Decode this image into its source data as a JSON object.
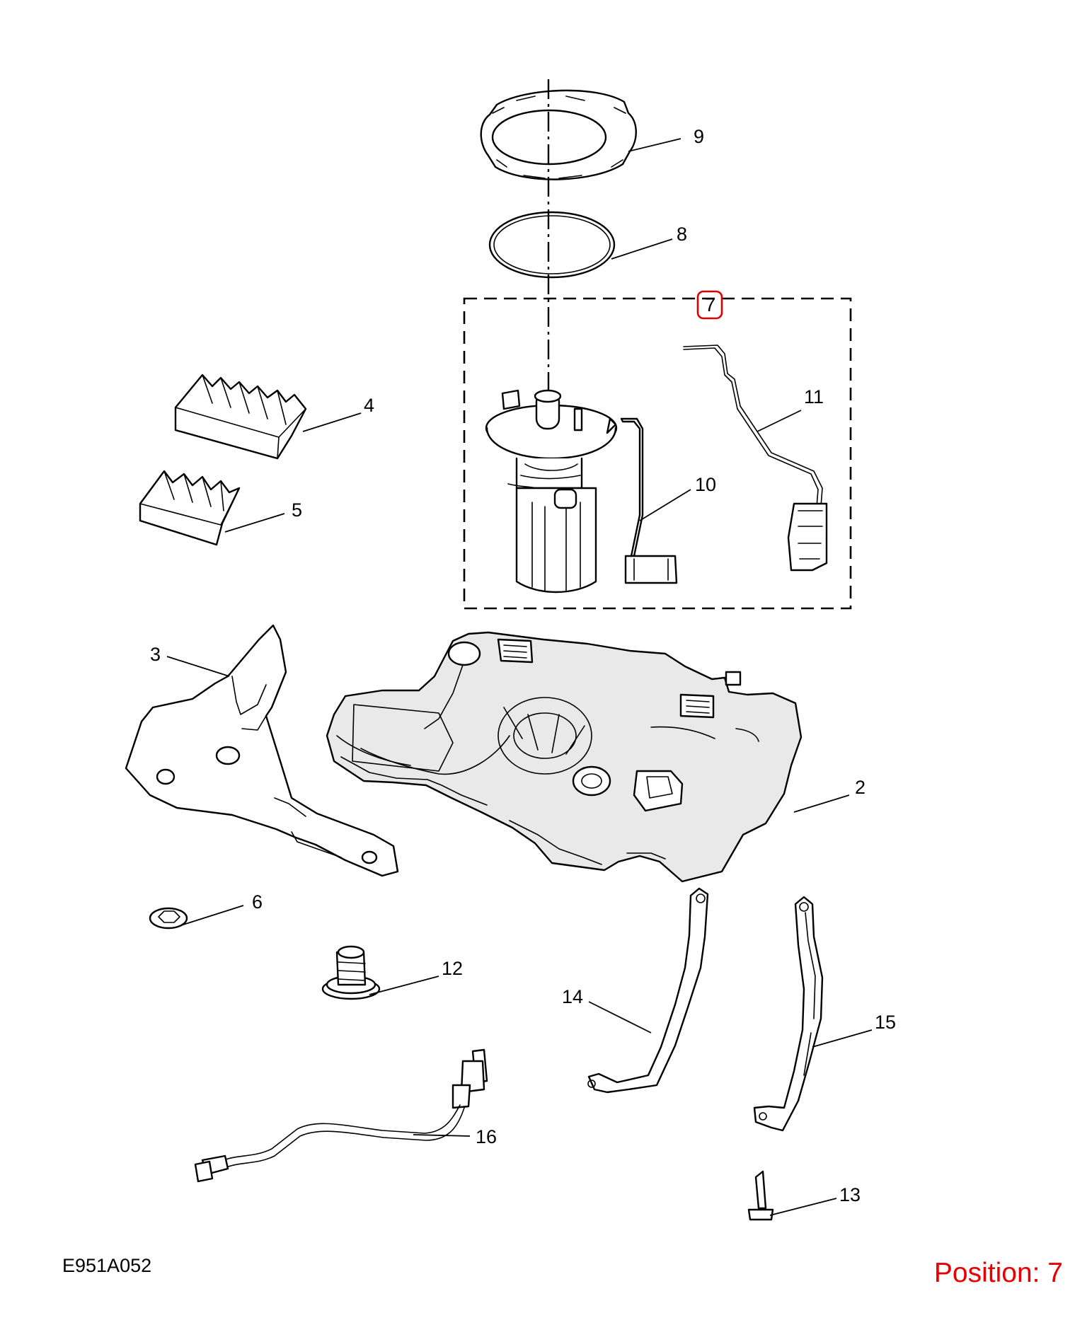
{
  "diagram": {
    "code": "E951A052",
    "position_label": "Position: 7",
    "highlighted_callout": "7",
    "highlight_color": "#e00000",
    "callouts": {
      "c2": "2",
      "c3": "3",
      "c4": "4",
      "c5": "5",
      "c6": "6",
      "c7": "7",
      "c8": "8",
      "c9": "9",
      "c10": "10",
      "c11": "11",
      "c12": "12",
      "c13": "13",
      "c14": "14",
      "c15": "15",
      "c16": "16"
    }
  }
}
